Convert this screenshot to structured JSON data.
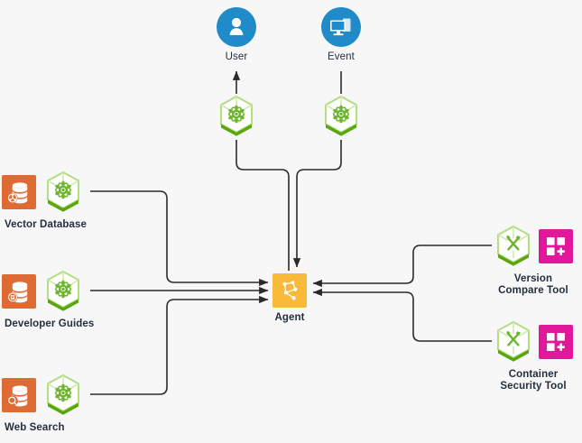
{
  "diagram": {
    "title": "Agent architecture diagram",
    "background_color": "#f7f7f7",
    "edge_color": "#2a2a2a",
    "colors": {
      "actor_blue": "#1f8cc9",
      "source_orange": "#dd6b33",
      "agent_amber": "#f9b939",
      "mcp_green_light": "#8dc63f",
      "mcp_green_dark": "#5aa70b",
      "tool_magenta": "#e2189c",
      "label_text": "#232f3e"
    }
  },
  "actors": [
    {
      "id": "user",
      "label": "User",
      "icon": "user-circle-icon",
      "mcp_label": "mcp-server-cube-icon"
    },
    {
      "id": "event",
      "label": "Event",
      "icon": "monitor-circle-icon",
      "mcp_label": "mcp-server-cube-icon"
    }
  ],
  "sources": [
    {
      "id": "vector-database",
      "label": "Vector Database",
      "icon": "database-icon",
      "badge": "vector-badge-icon",
      "mcp": "mcp-server-cube-icon"
    },
    {
      "id": "developer-guides",
      "label": "Developer Guides",
      "icon": "database-icon",
      "badge": "document-badge-icon",
      "mcp": "mcp-server-cube-icon"
    },
    {
      "id": "web-search",
      "label": "Web Search",
      "icon": "database-icon",
      "badge": "magnifier-badge-icon",
      "mcp": "mcp-server-cube-icon"
    }
  ],
  "agent": {
    "id": "agent",
    "label": "Agent",
    "icon": "agent-graph-icon"
  },
  "tools": [
    {
      "id": "version-compare-tool",
      "label": "Version\nCompare Tool",
      "mcp": "mcp-tools-cube-icon",
      "icon": "tool-grid-plus-icon"
    },
    {
      "id": "container-security-tool",
      "label": "Container\nSecurity Tool",
      "mcp": "mcp-tools-cube-icon",
      "icon": "tool-grid-plus-icon"
    }
  ],
  "edges": [
    {
      "id": "agent-to-user",
      "from": "agent",
      "to": "user",
      "direction": "up"
    },
    {
      "id": "event-to-agent",
      "from": "event",
      "to": "agent",
      "direction": "down"
    },
    {
      "id": "vector-database-to-agent",
      "from": "vector-database",
      "to": "agent",
      "direction": "right"
    },
    {
      "id": "developer-guides-to-agent",
      "from": "developer-guides",
      "to": "agent",
      "direction": "right"
    },
    {
      "id": "web-search-to-agent",
      "from": "web-search",
      "to": "agent",
      "direction": "right"
    },
    {
      "id": "version-compare-tool-to-agent",
      "from": "version-compare-tool",
      "to": "agent",
      "direction": "left"
    },
    {
      "id": "container-security-tool-to-agent",
      "from": "container-security-tool",
      "to": "agent",
      "direction": "left"
    }
  ]
}
